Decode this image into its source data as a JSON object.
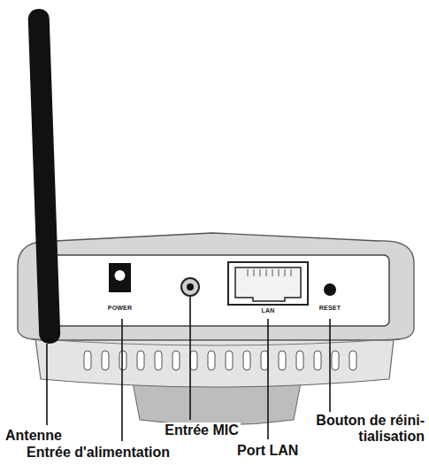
{
  "diagram": {
    "labels": [
      "POWER",
      "LAN",
      "RESET",
      "Antenne",
      "Entrée MIC",
      "Bouton de réini- tialisation",
      "Entrée d'alimentation",
      "Port LAN"
    ]
  }
}
